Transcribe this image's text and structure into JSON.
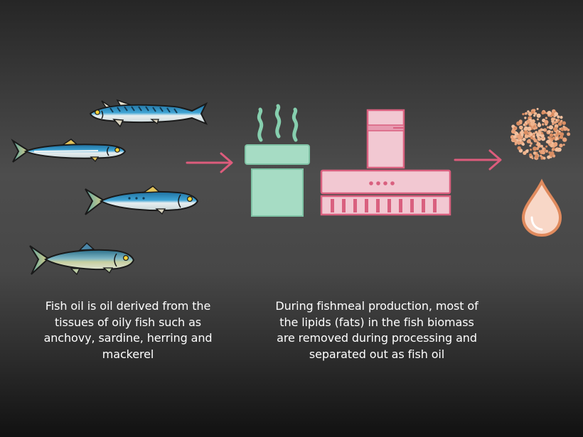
{
  "captions": {
    "left": [
      "Fish oil is oil derived from the",
      "tissues of oily fish such as",
      "anchovy, sardine, herring and",
      "mackerel"
    ],
    "right": [
      "During fishmeal production, most of",
      "the lipids (fats) in the fish biomass",
      "are removed during processing and",
      "separated out as fish oil"
    ]
  },
  "icons": {
    "fish": [
      "mackerel-icon",
      "anchovy-icon",
      "sardine-icon",
      "herring-icon"
    ],
    "process": [
      "steam-cooker-icon",
      "press-machine-icon"
    ],
    "outputs": [
      "fishmeal-granules-icon",
      "oil-drop-icon"
    ],
    "arrows": [
      "arrow-right-icon",
      "arrow-right-icon"
    ]
  },
  "colors": {
    "background_mid": "#4d4d4d",
    "cooker_green": "#a6dcc4",
    "steam_green": "#86cfae",
    "machine_pink": "#f2c8d2",
    "machine_outline": "#d9607f",
    "arrow_pink": "#dd5c7c",
    "granule_orange": "#e8a27a",
    "drop_fill": "#f8d7c7",
    "drop_outline": "#e08a5d",
    "fish_blue": "#2e8fc4",
    "fish_belly": "#dfe9ea"
  }
}
